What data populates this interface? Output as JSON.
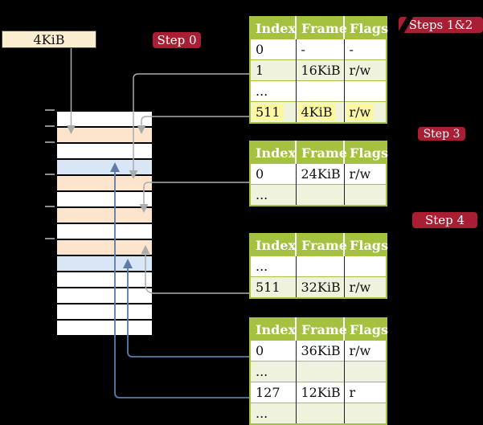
{
  "colors": {
    "green": "#A4C13F",
    "row_green": "#EFF3DE",
    "crimson": "#A91E32",
    "cream": "#FBEDD0",
    "peach": "#FCE4CD",
    "light_blue": "#D9E6F5",
    "highlight": "#FDF7A0",
    "line_gray": "#ACACAC",
    "line_blue": "#5B7CA8"
  },
  "labels": {
    "frame_box": "4KiB",
    "step0": "Step 0",
    "steps12": "Steps 1&2",
    "step3": "Step 3",
    "step4": "Step 4"
  },
  "memory": {
    "rows": [
      "white",
      "peach",
      "white",
      "blue",
      "peach",
      "white",
      "peach",
      "white",
      "peach",
      "blue",
      "white",
      "white",
      "white",
      "white"
    ],
    "tick_row_offsets": [
      0,
      1,
      2,
      4,
      6,
      8
    ]
  },
  "tables": [
    {
      "headers": [
        "Index",
        "Frame",
        "Flags"
      ],
      "rows": [
        {
          "cells": [
            "0",
            "-",
            "-"
          ]
        },
        {
          "cells": [
            "1",
            "16KiB",
            "r/w"
          ]
        },
        {
          "cells": [
            "...",
            "",
            ""
          ]
        },
        {
          "cells": [
            "511",
            "4KiB",
            "r/w"
          ]
        }
      ]
    },
    {
      "headers": [
        "Index",
        "Frame",
        "Flags"
      ],
      "rows": [
        {
          "cells": [
            "0",
            "24KiB",
            "r/w"
          ]
        },
        {
          "cells": [
            "...",
            "",
            ""
          ]
        }
      ]
    },
    {
      "headers": [
        "Index",
        "Frame",
        "Flags"
      ],
      "rows": [
        {
          "cells": [
            "...",
            "",
            ""
          ]
        },
        {
          "cells": [
            "511",
            "32KiB",
            "r/w"
          ]
        }
      ]
    },
    {
      "headers": [
        "Index",
        "Frame",
        "Flags"
      ],
      "rows": [
        {
          "cells": [
            "0",
            "36KiB",
            "r/w"
          ]
        },
        {
          "cells": [
            "...",
            "",
            ""
          ]
        },
        {
          "cells": [
            "127",
            "12KiB",
            "r"
          ]
        },
        {
          "cells": [
            "...",
            "",
            ""
          ]
        }
      ]
    }
  ]
}
